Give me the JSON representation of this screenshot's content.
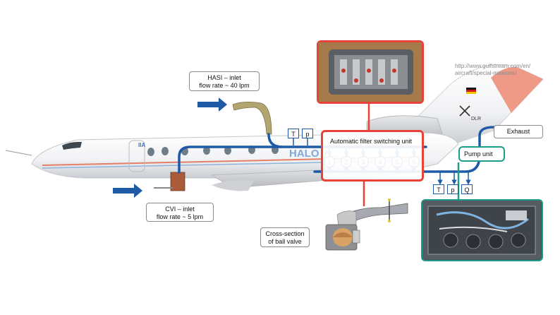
{
  "callouts": {
    "hasi_line1": "HASI – inlet",
    "hasi_line2": "flow rate ~ 40 lpm",
    "cvi_line1": "CVI – inlet",
    "cvi_line2": "flow rate ~ 5 lpm",
    "exhaust": "Exhaust",
    "pump_unit": "Pump unit",
    "filter_unit": "Automatic filter switching unit",
    "ball_valve_line1": "Cross-section",
    "ball_valve_line2": "of ball valve"
  },
  "sensors_inlet": [
    "T",
    "p"
  ],
  "sensors_outlet": [
    "T",
    "p",
    "Q"
  ],
  "filters": [
    "1",
    "2",
    "3",
    "4",
    "5",
    "6"
  ],
  "url_line1": "http://www.gulfstream.com/en/",
  "url_line2": "aircraft/special-missions/",
  "aircraft": {
    "tail_mark": "DLR",
    "fuselage_text": "HALO",
    "nose_logo": "IIA"
  },
  "colors": {
    "flow_line": "#1f5aa6",
    "highlight_red": "#e8433a",
    "highlight_green": "#1e9c8a"
  }
}
